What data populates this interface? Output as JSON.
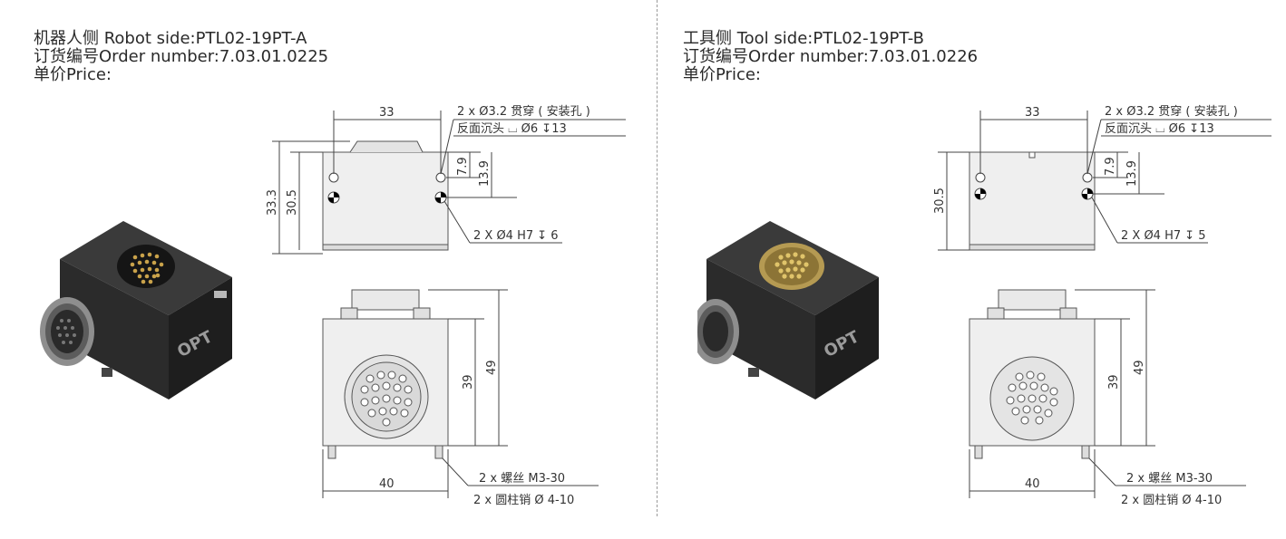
{
  "robot_side": {
    "header": {
      "line1": "机器人侧 Robot side:PTL02-19PT-A",
      "line2": "订货编号Order number:7.03.01.0225",
      "line3": "单价Price:"
    },
    "product_brand": "OPT",
    "dims": {
      "width_top": "33",
      "height_outer": "33.3",
      "height_body": "30.5",
      "dim_a": "7.9",
      "dim_b": "13.9",
      "width_front": "40",
      "height_front_total": "49",
      "height_front_body": "39"
    },
    "notes": {
      "hole_note": "2 x Ø3.2 贯穿 ( 安装孔 )",
      "counterbore_note": "反面沉头 ⌴ Ø6 ↧13",
      "pin_note": "2 X Ø4 H7 ↧ 6",
      "screw_note": "2 x 螺丝 M3-30",
      "dowel_note": "2 x 圆柱销 Ø 4-10"
    }
  },
  "tool_side": {
    "header": {
      "line1": "工具侧 Tool side:PTL02-19PT-B",
      "line2": "订货编号Order number:7.03.01.0226",
      "line3": "单价Price:"
    },
    "product_brand": "OPT",
    "dims": {
      "width_top": "33",
      "height_body": "30.5",
      "dim_a": "7.9",
      "dim_b": "13.9",
      "width_front": "40",
      "height_front_total": "49",
      "height_front_body": "39"
    },
    "notes": {
      "hole_note": "2 x Ø3.2 贯穿 ( 安装孔 )",
      "counterbore_note": "反面沉头 ⌴ Ø6 ↧13",
      "pin_note": "2 X Ø4 H7 ↧ 5",
      "screw_note": "2 x 螺丝 M3-30",
      "dowel_note": "2 x 圆柱销 Ø 4-10"
    }
  }
}
